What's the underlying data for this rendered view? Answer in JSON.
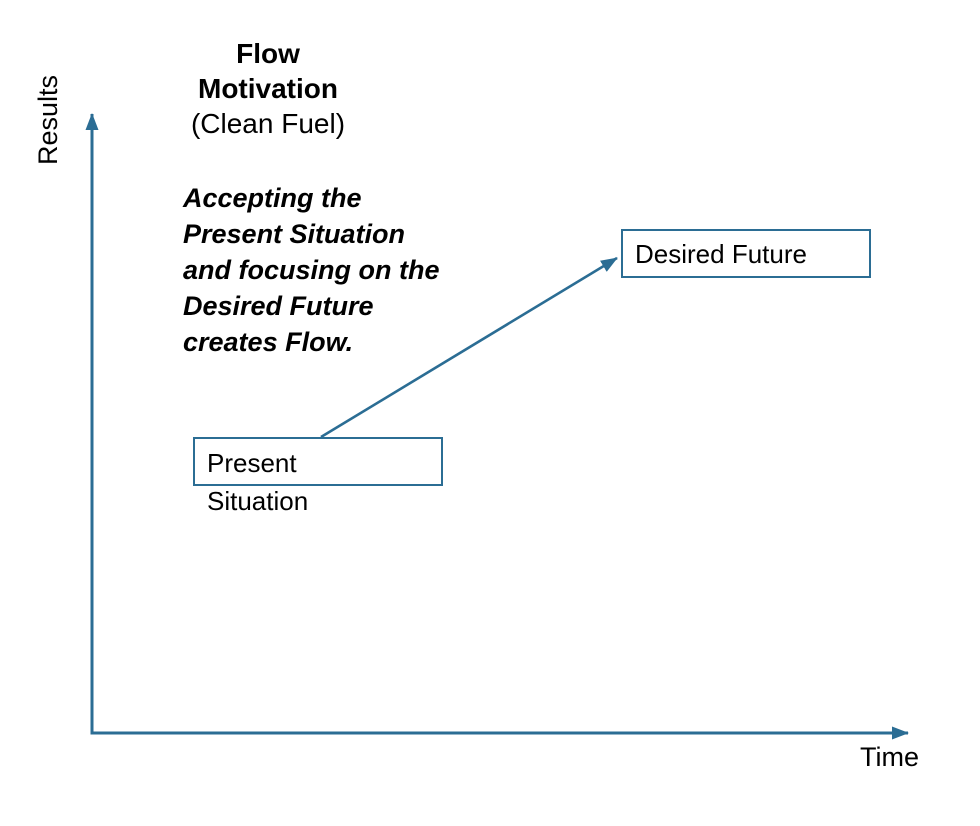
{
  "colors": {
    "accent": "#2B6D94",
    "text": "#000000",
    "background": "#FFFFFF"
  },
  "title": {
    "bold_lines": [
      "Flow",
      "Motivation"
    ],
    "subtitle": "(Clean Fuel)"
  },
  "annotation": "Accepting the\nPresent Situation\nand focusing on the\nDesired Future\ncreates Flow.",
  "axes": {
    "y_label": "Results",
    "x_label": "Time"
  },
  "nodes": {
    "present": "Present\nSituation",
    "desired": "Desired Future"
  }
}
